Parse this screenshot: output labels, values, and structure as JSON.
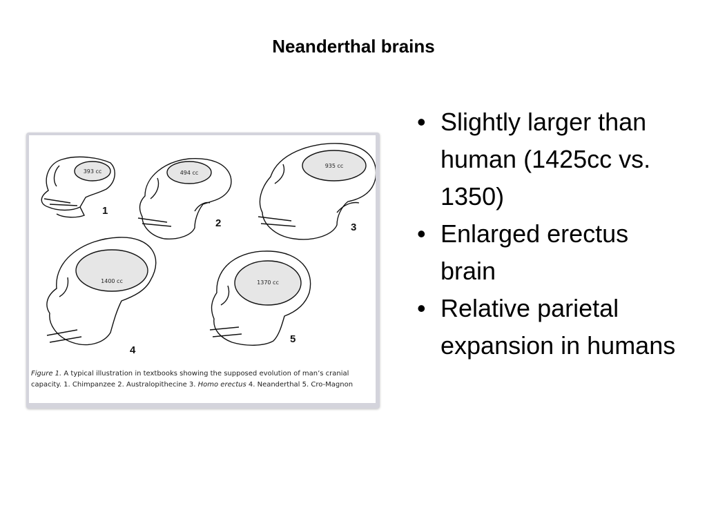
{
  "slide": {
    "title": "Neanderthal brains"
  },
  "figure": {
    "skulls": [
      {
        "number": "1",
        "capacity": "393 cc"
      },
      {
        "number": "2",
        "capacity": "494 cc"
      },
      {
        "number": "3",
        "capacity": "935 cc"
      },
      {
        "number": "4",
        "capacity": "1400 cc"
      },
      {
        "number": "5",
        "capacity": "1370 cc"
      }
    ],
    "caption": {
      "label": "Figure 1.",
      "part1": " A typical illustration in textbooks showing the supposed evolution of man’s cranial capacity. 1. Chimpanzee 2. Australopithecine 3. ",
      "italic": "Homo erectus",
      "part2": " 4. Neanderthal 5. Cro-Magnon"
    }
  },
  "bullets": [
    {
      "marker": "•",
      "text": "Slightly larger than human (1425cc vs. 1350)"
    },
    {
      "marker": "•",
      "text": "Enlarged erectus brain"
    },
    {
      "marker": "•",
      "text": "Relative parietal expansion in humans"
    }
  ]
}
